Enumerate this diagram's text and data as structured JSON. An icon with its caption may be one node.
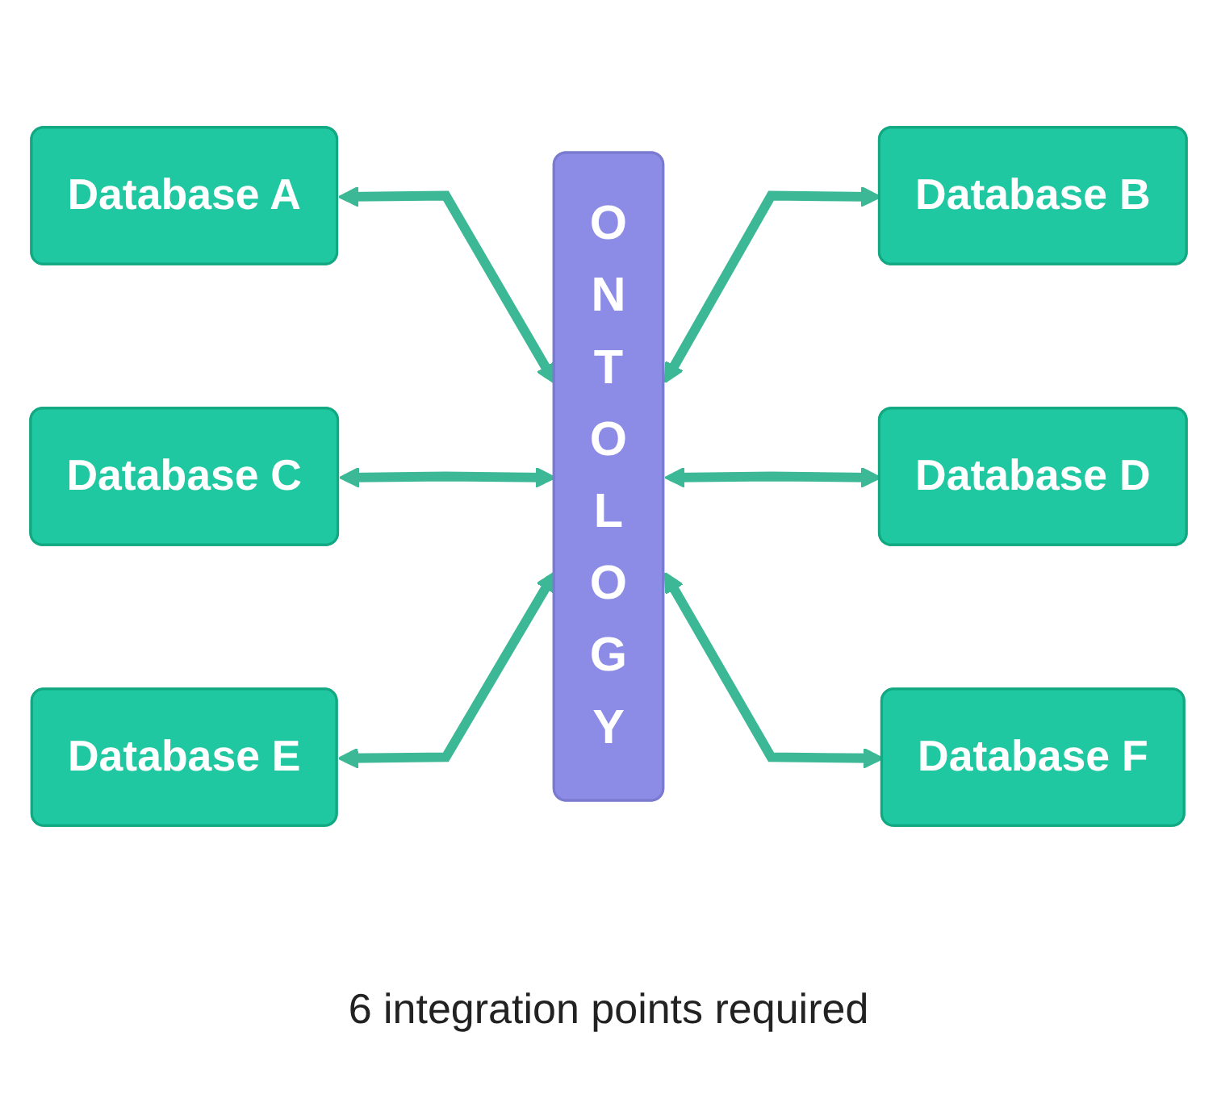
{
  "diagram": {
    "caption": "6 integration points required",
    "nodes": [
      {
        "text": [
          "Database A"
        ]
      },
      {
        "text": [
          "O N T O L O G Y"
        ]
      },
      {
        "text": [
          "Database B"
        ]
      },
      {
        "text": [
          "Database C"
        ]
      },
      {
        "text": [
          "Database D"
        ]
      },
      {
        "text": [
          "Database E"
        ]
      },
      {
        "text": [
          "Database F"
        ]
      }
    ],
    "edges": [
      {
        "from": 0,
        "to": 1,
        "arrow": "both"
      },
      {
        "from": 1,
        "to": 2,
        "arrow": "both"
      },
      {
        "from": 3,
        "to": 1,
        "arrow": "both"
      },
      {
        "from": 1,
        "to": 4,
        "arrow": "both"
      },
      {
        "from": 5,
        "to": 1,
        "arrow": "both"
      },
      {
        "from": 1,
        "to": 6,
        "arrow": "both"
      }
    ]
  }
}
